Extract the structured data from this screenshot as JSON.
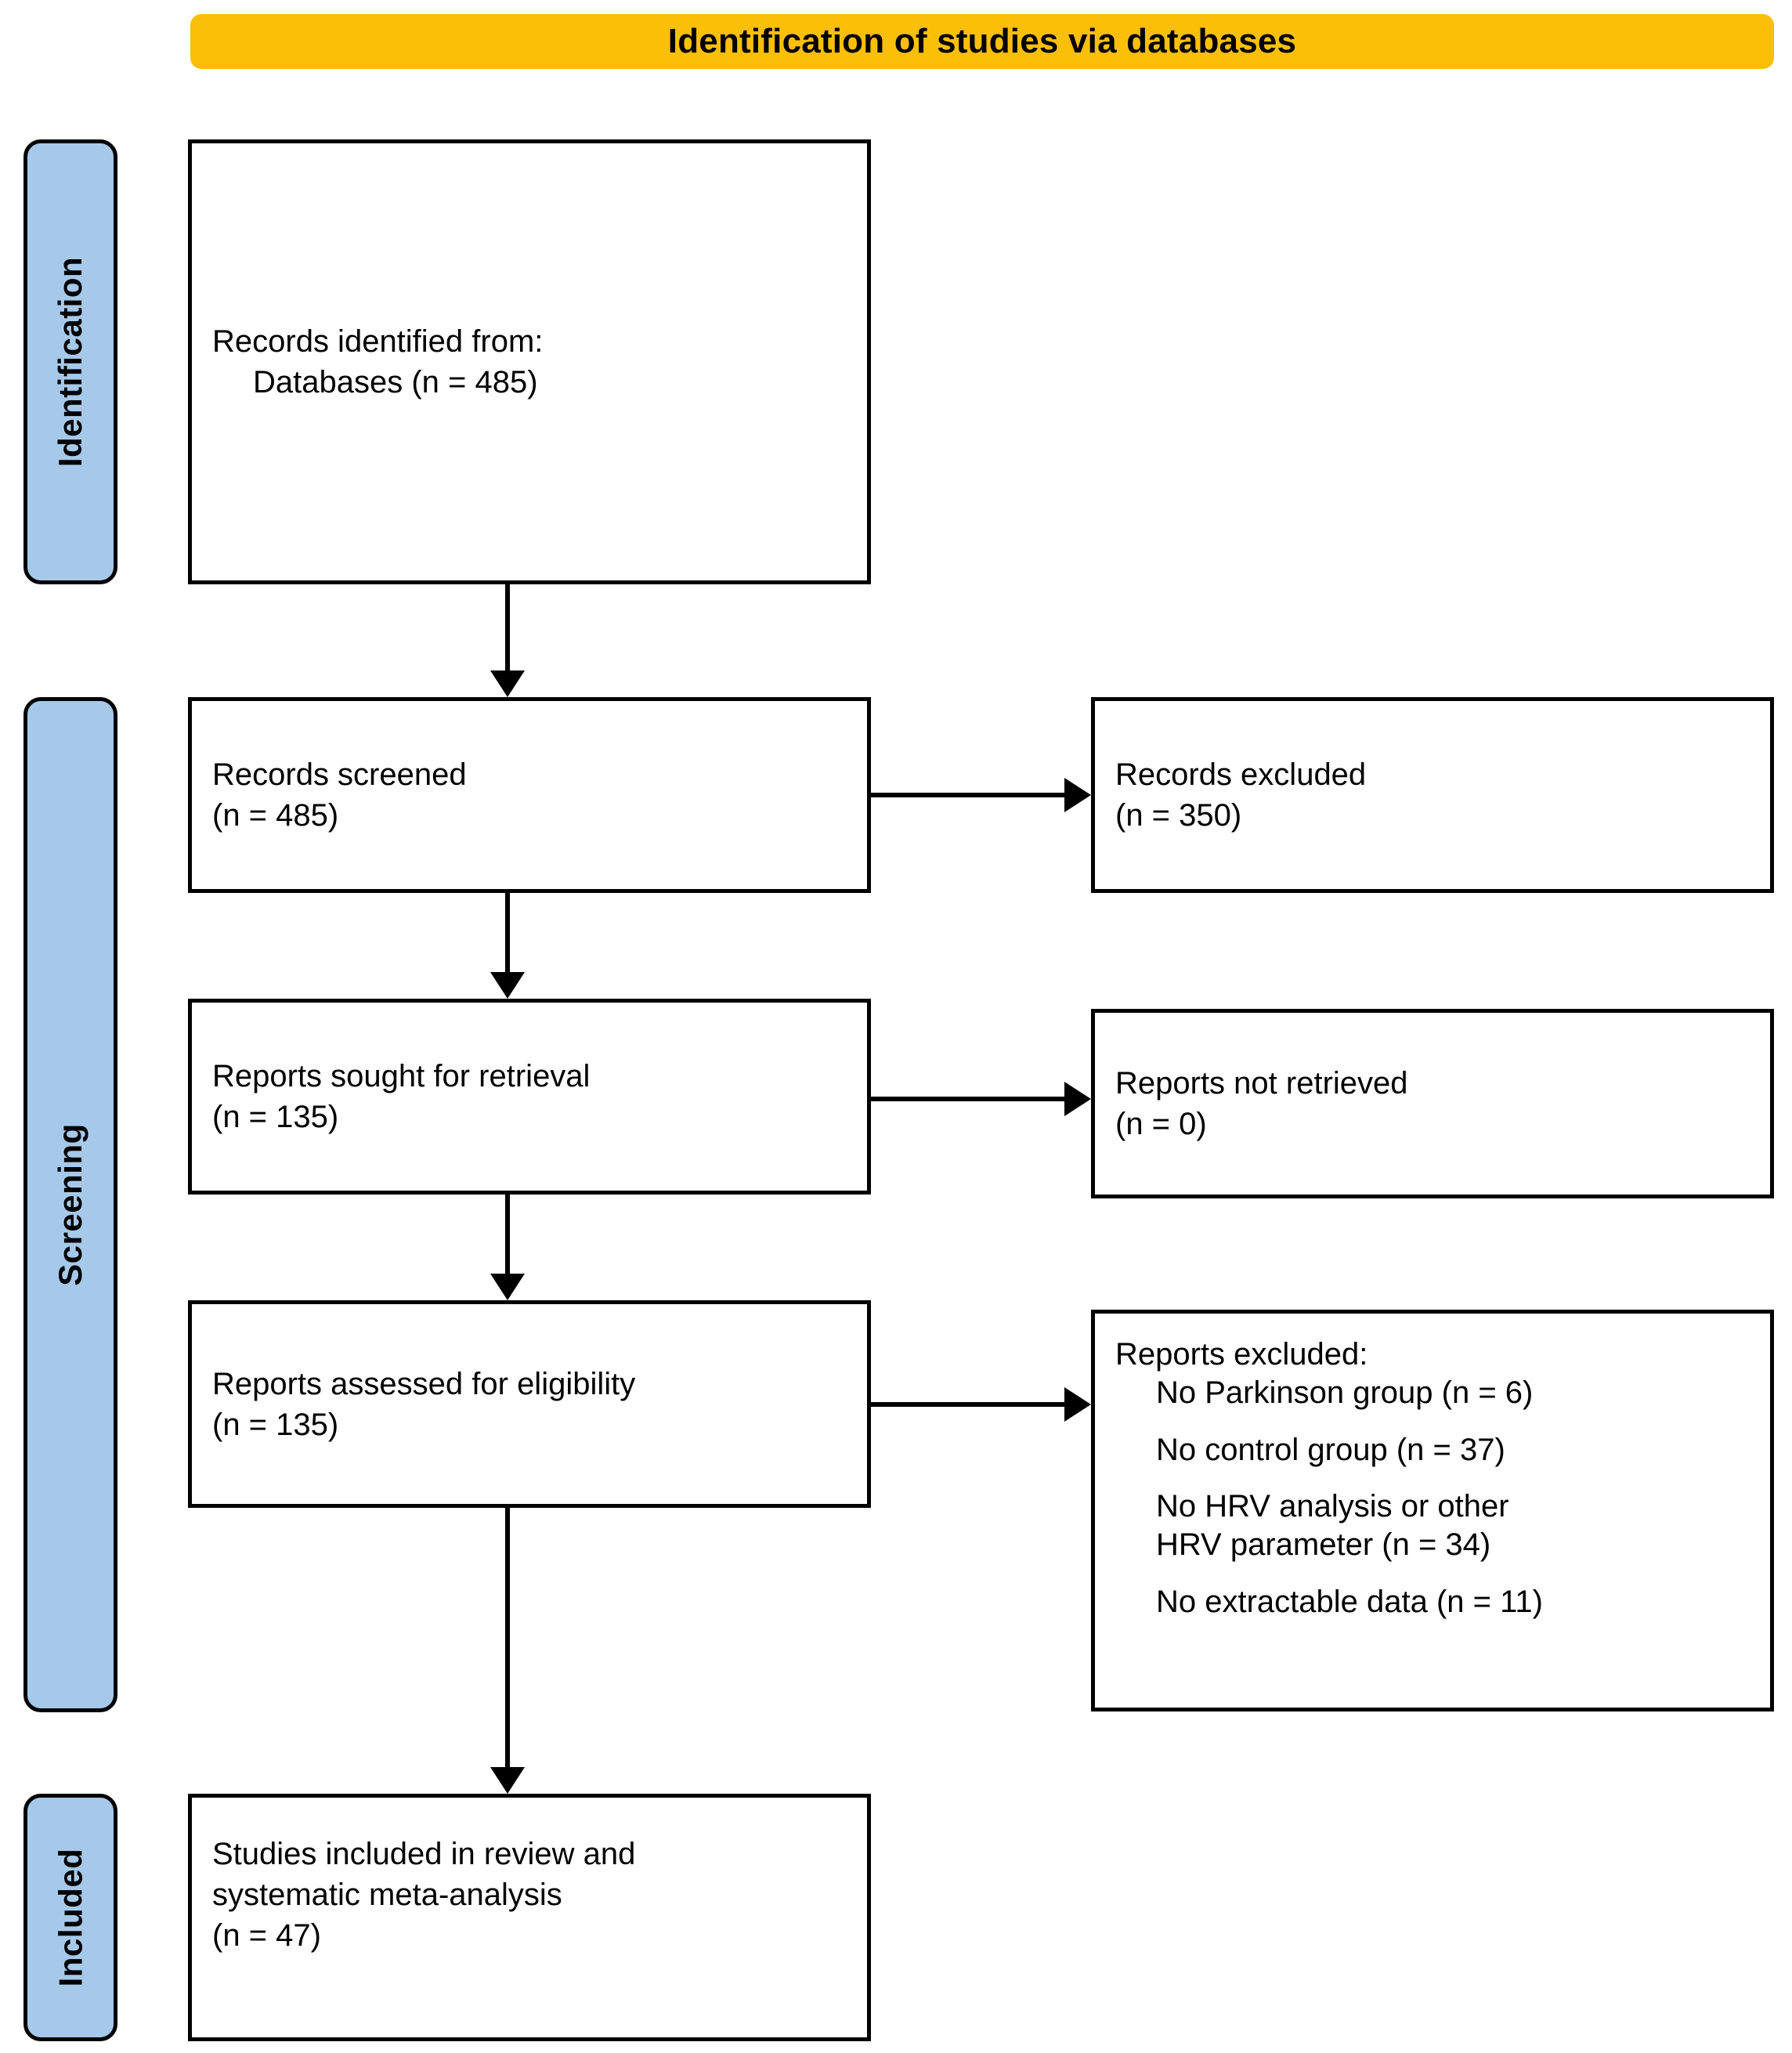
{
  "header": {
    "title": "Identification of studies via databases",
    "background_color": "#fbbf07"
  },
  "stages": {
    "background_color": "#a6c9e9",
    "identification": "Identification",
    "screening": "Screening",
    "included": "Included"
  },
  "boxes": {
    "records_identified": {
      "line1": "Records identified from:",
      "line2": "Databases (n = 485)"
    },
    "records_screened": {
      "line1": "Records screened",
      "line2": "(n = 485)"
    },
    "records_excluded": {
      "line1": "Records excluded",
      "line2": "(n = 350)"
    },
    "reports_sought": {
      "line1": "Reports sought for retrieval",
      "line2": "(n = 135)"
    },
    "reports_not_retrieved": {
      "line1": "Reports not retrieved",
      "line2": "(n = 0)"
    },
    "reports_assessed": {
      "line1": "Reports assessed for eligibility",
      "line2": "(n = 135)"
    },
    "reports_excluded": {
      "heading": "Reports excluded:",
      "reasons": [
        "No Parkinson group (n = 6)",
        "No control group (n = 37)",
        "No HRV analysis or other",
        "HRV parameter (n = 34)",
        "No extractable data (n = 11)"
      ]
    },
    "studies_included": {
      "line1": "Studies included in review and",
      "line2": "systematic meta-analysis",
      "line3": "(n = 47)"
    }
  },
  "flow_data": {
    "type": "prisma-flow-diagram",
    "records_identified_databases": 485,
    "records_screened": 485,
    "records_excluded": 350,
    "reports_sought_for_retrieval": 135,
    "reports_not_retrieved": 0,
    "reports_assessed_for_eligibility": 135,
    "reports_excluded_no_parkinson_group": 6,
    "reports_excluded_no_control_group": 37,
    "reports_excluded_no_hrv_analysis_or_other_hrv_parameter": 34,
    "reports_excluded_no_extractable_data": 11,
    "studies_included": 47
  }
}
